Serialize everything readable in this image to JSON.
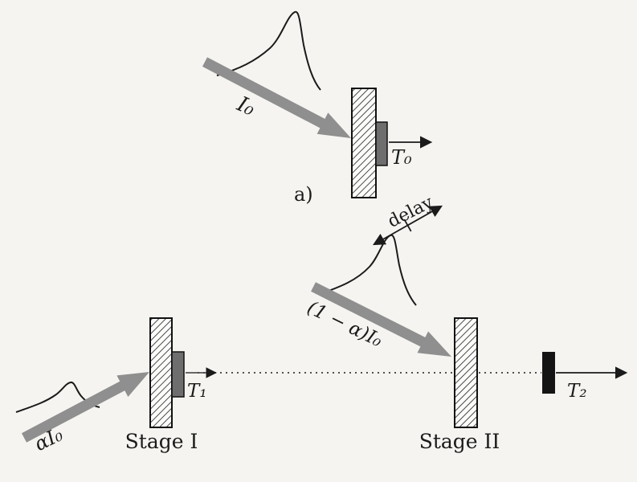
{
  "figure": {
    "colors": {
      "beam": "#8f8f8f",
      "detector": "#6e6e6e",
      "filter": "#141414",
      "ink": "#1b1b1b"
    },
    "panel_a": {
      "input_label": "I₀",
      "transmission_label": "T₀",
      "caption": "a)"
    },
    "delay": {
      "label": "delay"
    },
    "panel_b": {
      "stage1": {
        "input_label": "αI₀",
        "name": "Stage I",
        "transmission_label": "T₁"
      },
      "stage2": {
        "input_label": "(1 − α)I₀",
        "name": "Stage II",
        "transmission_label": "T₂"
      }
    }
  }
}
